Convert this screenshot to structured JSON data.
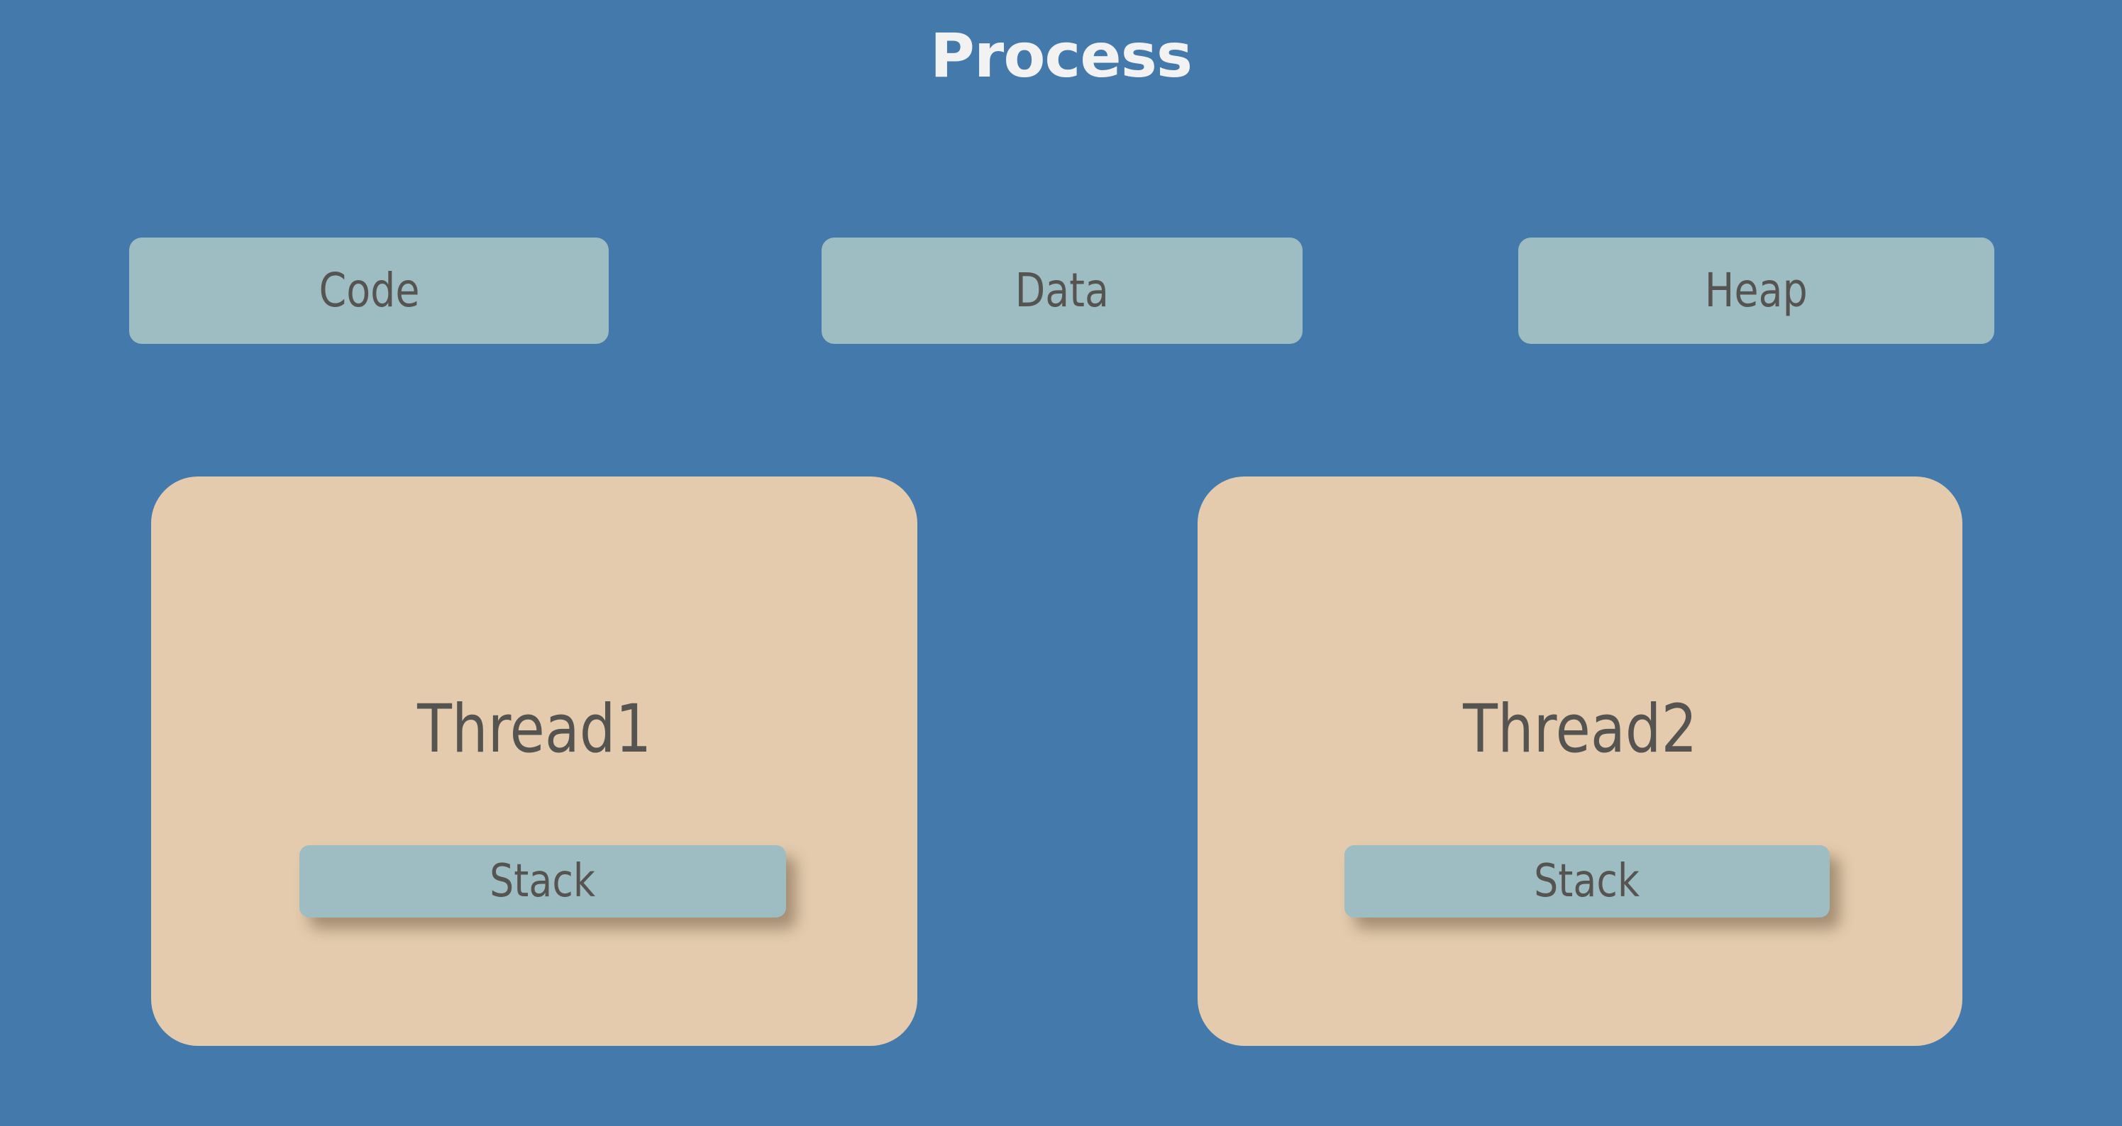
{
  "diagram": {
    "title": "Process",
    "background_color": "#4479ac",
    "title_color": "#f2f2f2",
    "segment_color": "#9ebdc2",
    "thread_color": "#e4cbae",
    "label_color": "#565451"
  },
  "segments": [
    {
      "label": "Code"
    },
    {
      "label": "Data"
    },
    {
      "label": "Heap"
    }
  ],
  "threads": [
    {
      "label": "Thread1",
      "stack": {
        "label": "Stack"
      }
    },
    {
      "label": "Thread2",
      "stack": {
        "label": "Stack"
      }
    }
  ]
}
